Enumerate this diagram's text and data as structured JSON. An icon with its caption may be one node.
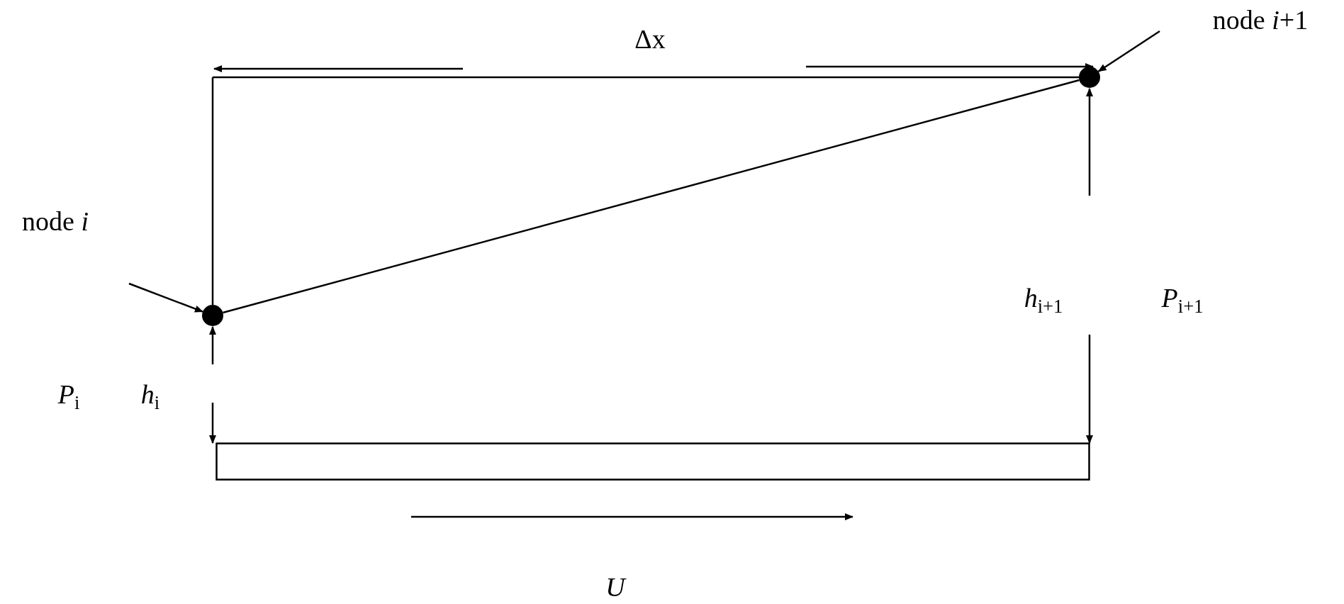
{
  "diagram": {
    "nodes": [
      {
        "text": [
          "node *i*+1"
        ]
      },
      {
        "text": [
          "node *i*"
        ]
      },
      {
        "text": [],
        "shape": "circle"
      },
      {
        "text": [],
        "shape": "circle"
      },
      {
        "text": [],
        "shape": "bar"
      }
    ],
    "edges": [
      {
        "from": 0,
        "to": 2,
        "arrow": "to"
      },
      {
        "from": 1,
        "to": 3,
        "arrow": "to"
      },
      {
        "from": 3,
        "to": 2,
        "arrow": "none"
      }
    ],
    "labels": [
      "Δx",
      "*h*$_{i+1}$",
      "*P*$_{i+1}$",
      "*P*$_{i}$",
      "*h*$_{i}$",
      "*U*"
    ]
  }
}
